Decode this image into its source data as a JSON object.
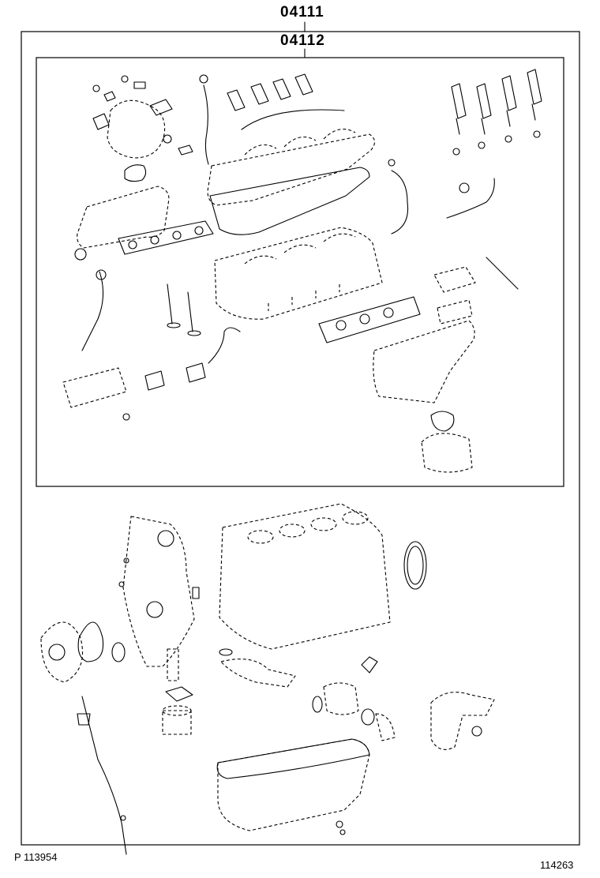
{
  "diagram": {
    "outer_kit_part_number": "04111",
    "inner_kit_part_number": "04112"
  },
  "footer": {
    "left_label": "P 113954",
    "right_label": "114263"
  }
}
